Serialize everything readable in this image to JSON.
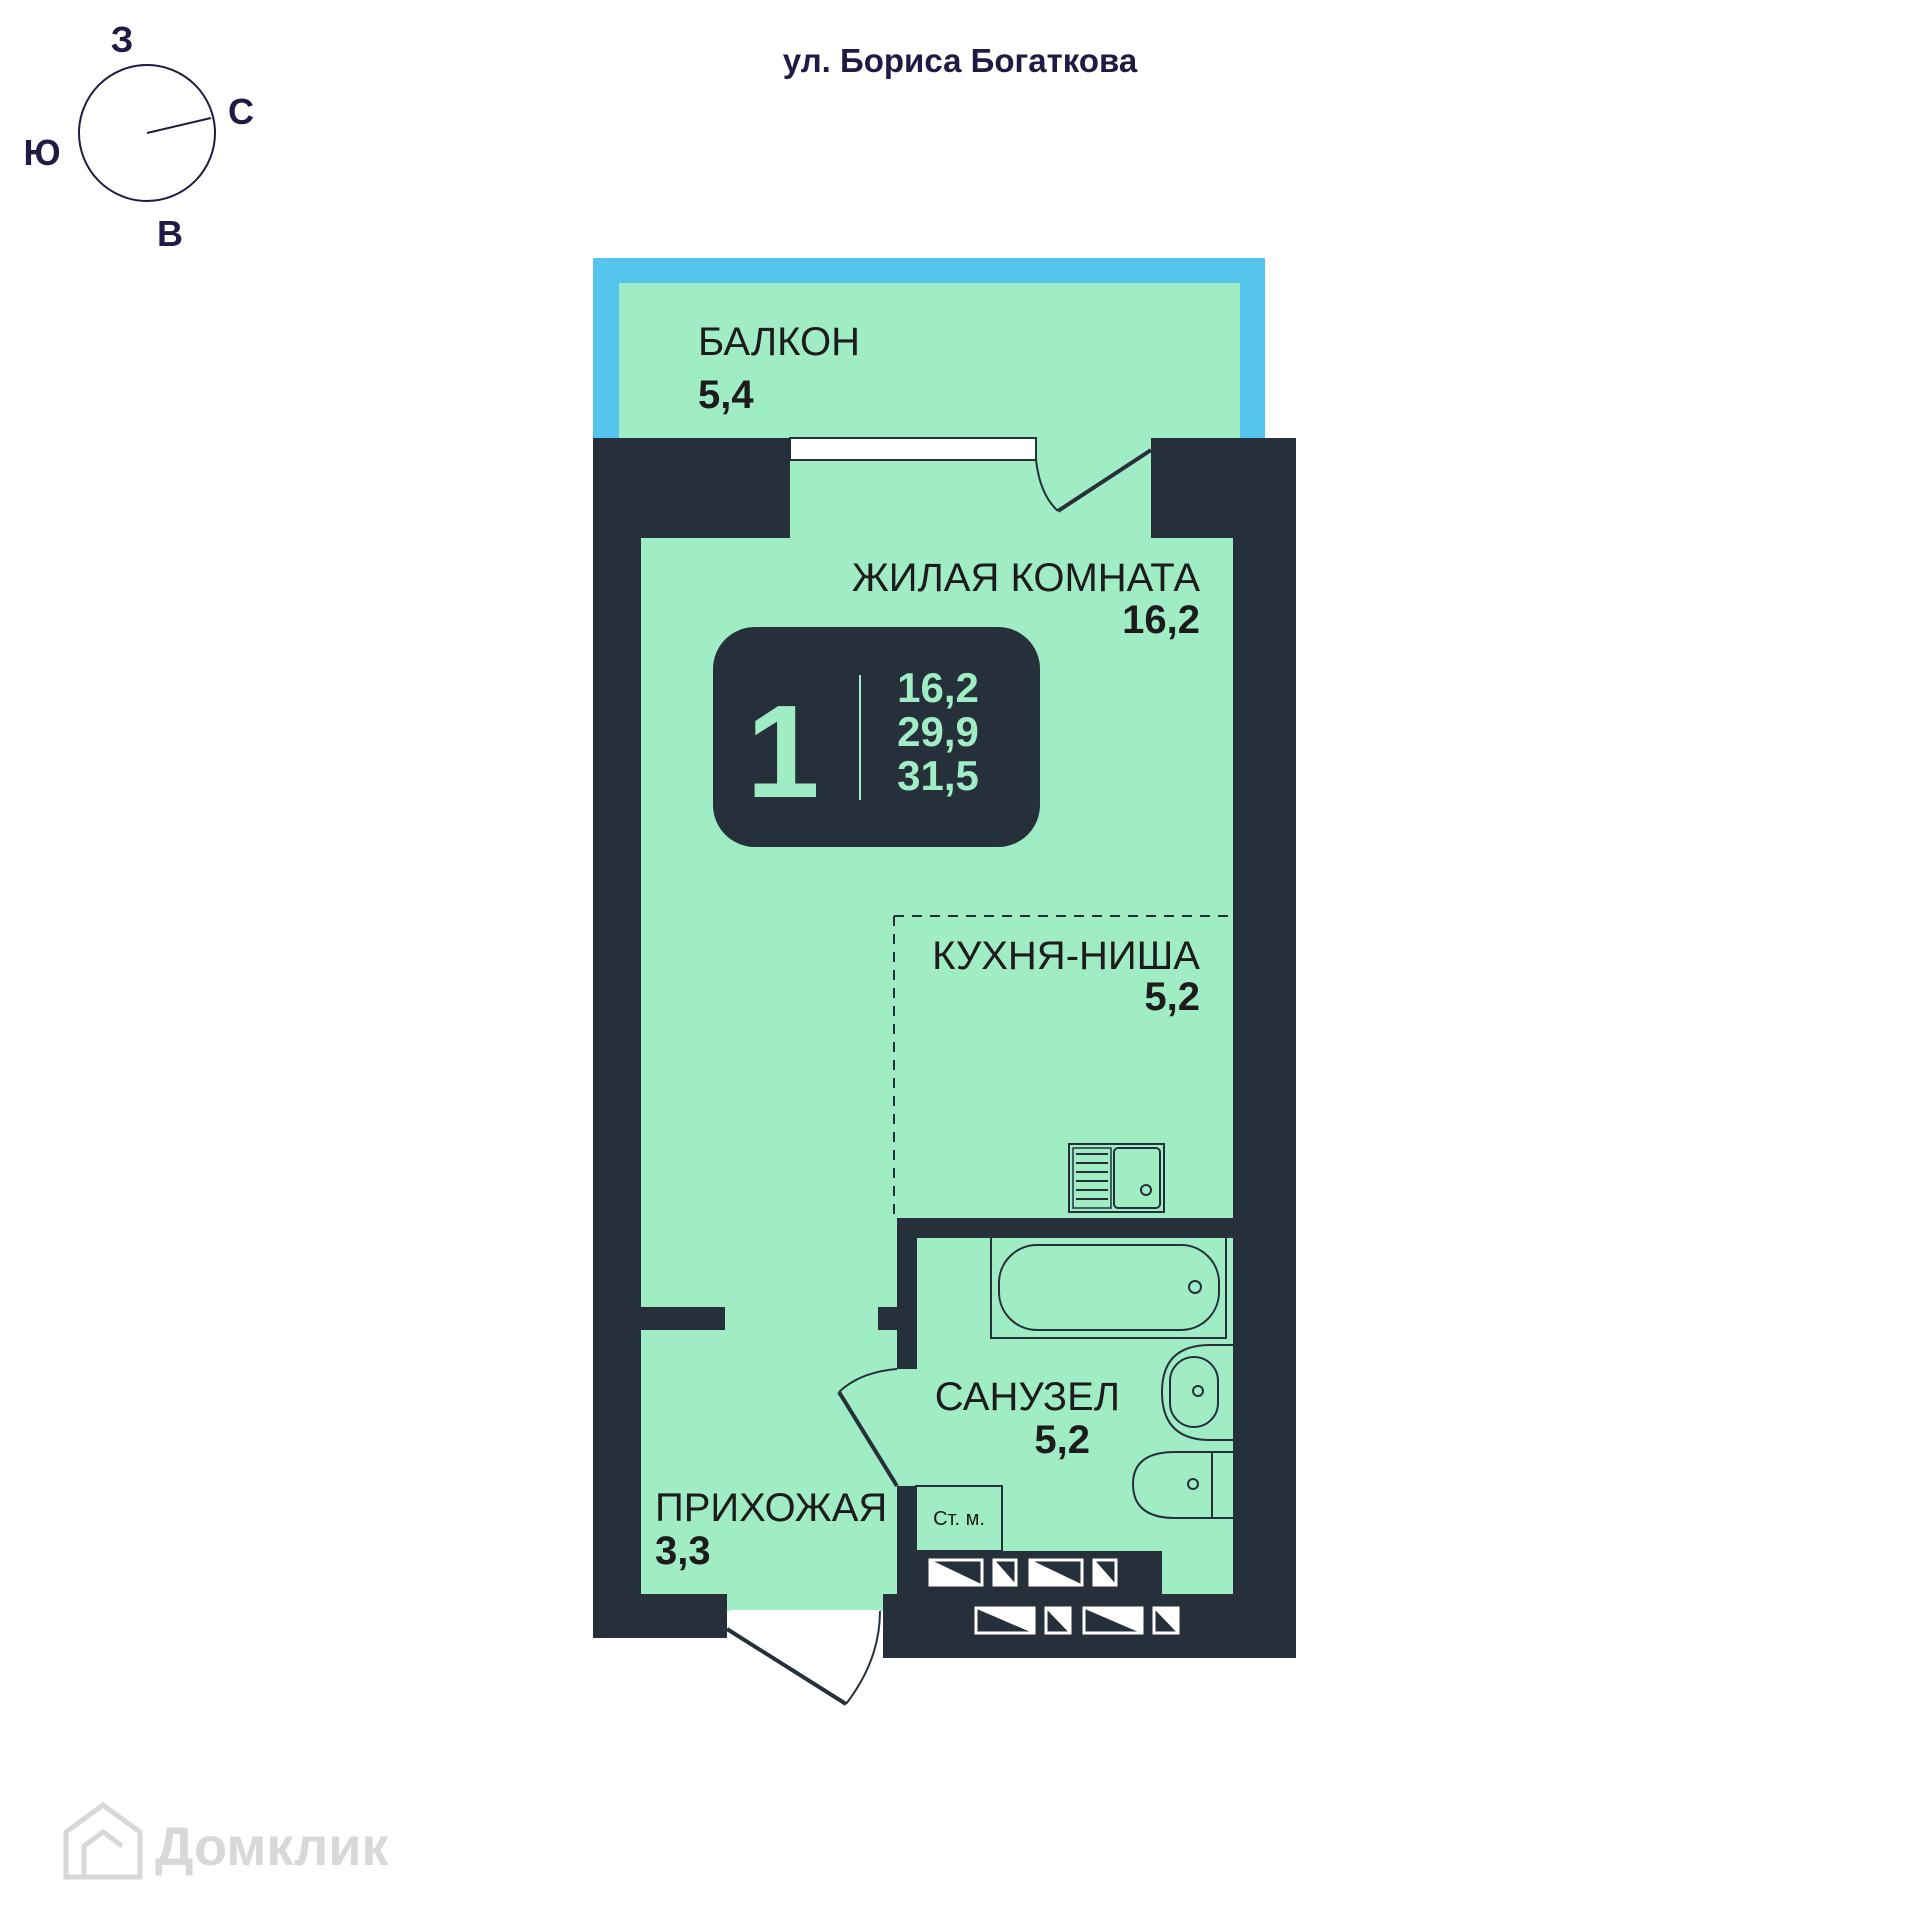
{
  "street": "ул. Бориса Богаткова",
  "compass": {
    "north": "С",
    "south": "Ю",
    "east": "В",
    "west": "З"
  },
  "rooms": {
    "balcony": {
      "name": "БАЛКОН",
      "area": "5,4"
    },
    "living": {
      "name": "ЖИЛАЯ КОМНАТА",
      "area": "16,2"
    },
    "kitchen": {
      "name": "КУХНЯ-НИША",
      "area": "5,2"
    },
    "bathroom": {
      "name": "САНУЗЕЛ",
      "area": "5,2"
    },
    "hallway": {
      "name": "ПРИХОЖАЯ",
      "area": "3,3"
    }
  },
  "summary": {
    "rooms_count": "1",
    "living_area": "16,2",
    "total_area": "29,9",
    "area_with_balcony": "31,5"
  },
  "washing_machine_label": "Ст. м.",
  "watermark": "Домклик",
  "colors": {
    "wall": "#26303b",
    "floor": "#a0ecc4",
    "balcony_frame": "#56c5ee",
    "text_dark": "#1f1b45",
    "watermark": "#d6d8da"
  }
}
